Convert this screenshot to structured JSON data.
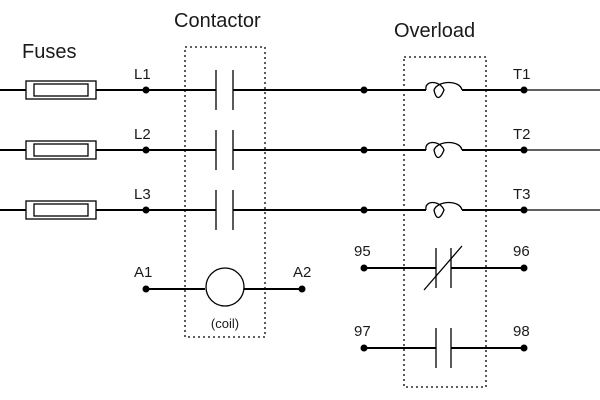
{
  "headings": {
    "fuses": "Fuses",
    "contactor": "Contactor",
    "overload": "Overload"
  },
  "terminals": {
    "l1": "L1",
    "l2": "L2",
    "l3": "L3",
    "t1": "T1",
    "t2": "T2",
    "t3": "T3",
    "a1": "A1",
    "a2": "A2",
    "aux_nc_in": "95",
    "aux_nc_out": "96",
    "aux_no_in": "97",
    "aux_no_out": "98"
  },
  "coil_label": "(coil)",
  "colors": {
    "line": "#000000",
    "text": "#1a1a1a",
    "background": "#ffffff"
  }
}
